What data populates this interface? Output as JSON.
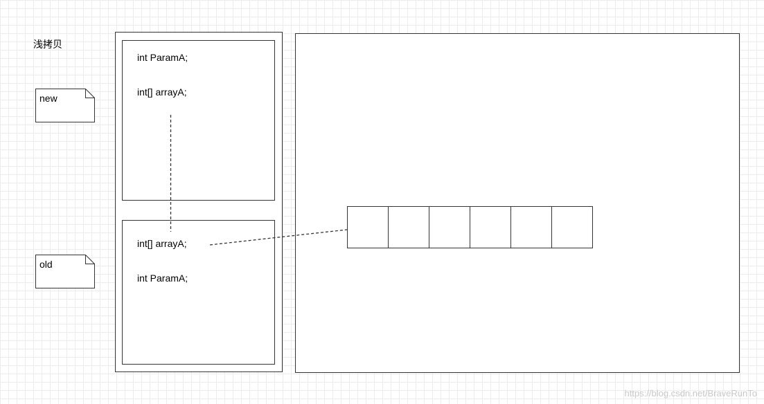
{
  "title": "浅拷贝",
  "notes": {
    "new": "new",
    "old": "old"
  },
  "frame_new": {
    "line1": "int ParamA;",
    "line2": "int[] arrayA;"
  },
  "frame_old": {
    "line1": "int[] arrayA;",
    "line2": "int ParamA;"
  },
  "array": {
    "cells": [
      "",
      "",
      "",
      "",
      "",
      ""
    ]
  },
  "watermark": "https://blog.csdn.net/BraveRunTo",
  "colors": {
    "stroke": "#333333",
    "grid": "#ececec",
    "watermark": "#c8c8c8"
  }
}
